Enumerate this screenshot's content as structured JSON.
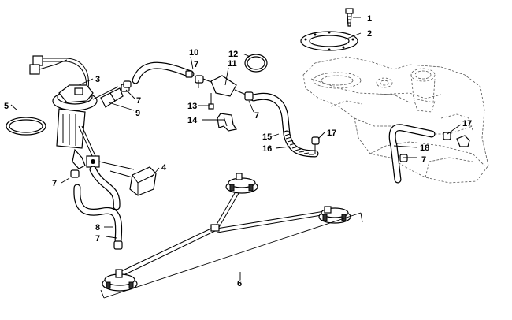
{
  "diagram": {
    "title": "Fuel system exploded parts diagram",
    "callouts": [
      {
        "id": "c1",
        "text": "1"
      },
      {
        "id": "c2",
        "text": "2"
      },
      {
        "id": "c3",
        "text": "3"
      },
      {
        "id": "c4",
        "text": "4"
      },
      {
        "id": "c5",
        "text": "5"
      },
      {
        "id": "c6",
        "text": "6"
      },
      {
        "id": "c7a",
        "text": "7"
      },
      {
        "id": "c7b",
        "text": "7"
      },
      {
        "id": "c7c",
        "text": "7"
      },
      {
        "id": "c7d",
        "text": "7"
      },
      {
        "id": "c7e",
        "text": "7"
      },
      {
        "id": "c7f",
        "text": "7"
      },
      {
        "id": "c8",
        "text": "8"
      },
      {
        "id": "c9",
        "text": "9"
      },
      {
        "id": "c10",
        "text": "10"
      },
      {
        "id": "c11",
        "text": "11"
      },
      {
        "id": "c12",
        "text": "12"
      },
      {
        "id": "c13",
        "text": "13"
      },
      {
        "id": "c14",
        "text": "14"
      },
      {
        "id": "c15",
        "text": "15"
      },
      {
        "id": "c16",
        "text": "16"
      },
      {
        "id": "c17a",
        "text": "17"
      },
      {
        "id": "c17b",
        "text": "17"
      },
      {
        "id": "c18",
        "text": "18"
      }
    ]
  }
}
